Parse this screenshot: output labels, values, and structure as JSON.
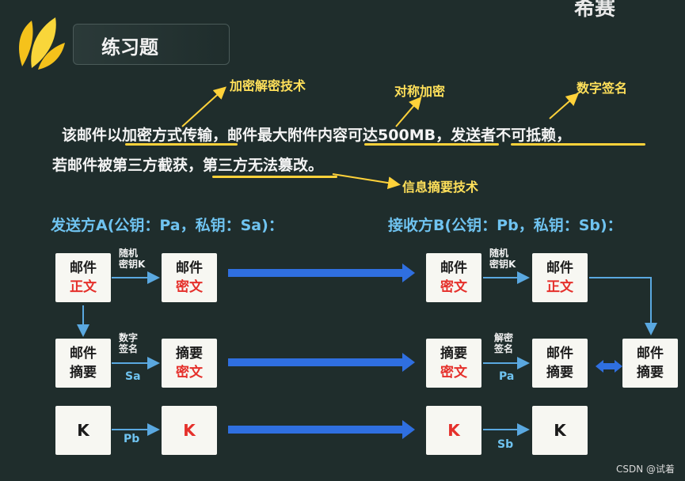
{
  "header": {
    "title": "练习题",
    "brand": "希赛"
  },
  "annotations": {
    "encryption_tech": "加密解密技术",
    "symmetric": "对称加密",
    "digital_signature": "数字签名",
    "digest_tech": "信息摘要技术"
  },
  "question": {
    "line1_p1": "该邮件以",
    "line1_p2": "加密方式传输",
    "line1_p3": "，邮件最大附件",
    "line1_p4": "内容可达500MB",
    "line1_p5": "，",
    "line1_p6": "发送者不可抵赖",
    "line1_p7": "，",
    "line2_p1": "若邮件被第三方截获，",
    "line2_p2": "第三方无法篡改",
    "line2_p3": "。"
  },
  "sender": {
    "label": "发送方A(公钥：Pa，私钥：Sa)："
  },
  "receiver": {
    "label": "接收方B(公钥：Pb，私钥：Sb)："
  },
  "boxes": {
    "a_plain_l1": "邮件",
    "a_plain_l2": "正文",
    "a_cipher_l1": "邮件",
    "a_cipher_l2": "密文",
    "a_digest_l1": "邮件",
    "a_digest_l2": "摘要",
    "a_enc_digest_l1": "摘要",
    "a_enc_digest_l2": "密文",
    "a_k": "K",
    "a_k_enc": "K",
    "b_cipher_l1": "邮件",
    "b_cipher_l2": "密文",
    "b_plain_l1": "邮件",
    "b_plain_l2": "正文",
    "b_enc_digest_l1": "摘要",
    "b_enc_digest_l2": "密文",
    "b_digest_l1": "邮件",
    "b_digest_l2": "摘要",
    "b_digest2_l1": "邮件",
    "b_digest2_l2": "摘要",
    "b_k_enc": "K",
    "b_k": "K"
  },
  "edge_labels": {
    "random_key_l1": "随机",
    "random_key_l2": "密钥K",
    "sign_l1": "数字",
    "sign_l2": "签名",
    "sign_key": "Sa",
    "pb_key": "Pb",
    "b_random_l1": "随机",
    "b_random_l2": "密钥K",
    "verify_l1": "解密",
    "verify_l2": "签名",
    "verify_key": "Pa",
    "sb_key": "Sb"
  },
  "footer": {
    "watermark": "CSDN @试着"
  },
  "colors": {
    "background": "#1f2d2c",
    "annotation": "#ffe05a",
    "party": "#6fc3f0",
    "highlight_red": "#e5302b",
    "transfer_arrow": "#2f6fe0"
  }
}
